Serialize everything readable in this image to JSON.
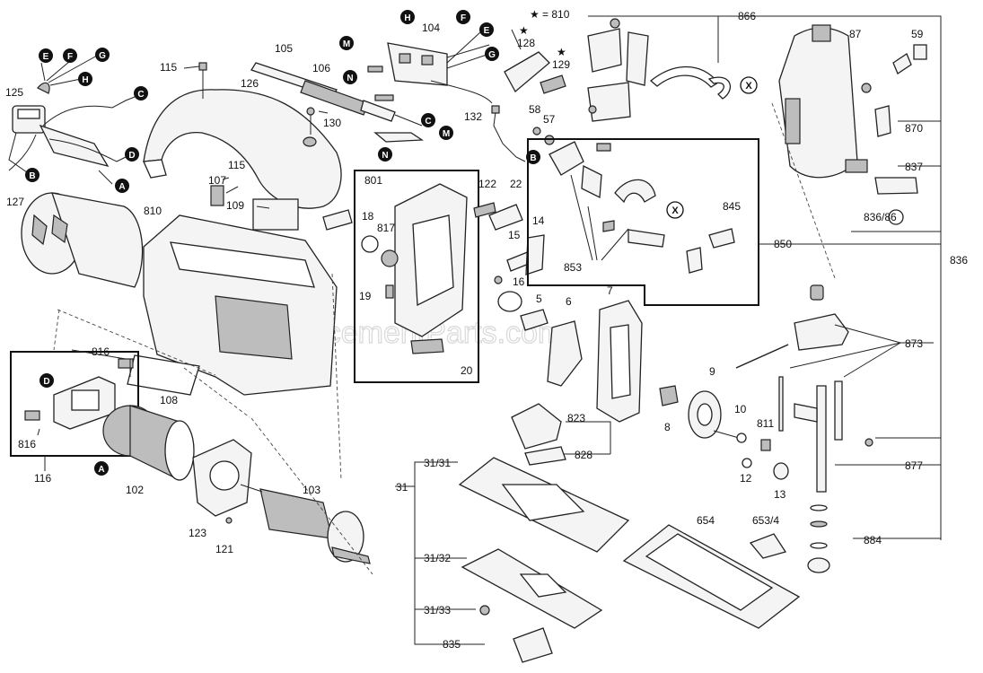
{
  "watermark": "eReplacementParts.com",
  "legend": {
    "star": "★",
    "text": "= 810"
  },
  "callouts": {
    "E1": "E",
    "F1": "F",
    "G1": "G",
    "H1": "H",
    "B1": "B",
    "C1": "C",
    "D1": "D",
    "A1": "A",
    "H2": "H",
    "F2": "F",
    "E2": "E",
    "G2": "G",
    "M1": "M",
    "N1": "N",
    "C2": "C",
    "M2": "M",
    "N2": "N",
    "B2": "B",
    "X1": "X",
    "X2": "X",
    "D2": "D",
    "A2": "A"
  },
  "labels": {
    "p125": "125",
    "p115a": "115",
    "p126": "126",
    "p105": "105",
    "p106": "106",
    "p130": "130",
    "p104": "104",
    "p128": "128",
    "p129": "129",
    "p132": "132",
    "p866": "866",
    "p87": "87",
    "p59": "59",
    "p870": "870",
    "p837": "837",
    "p836_86": "836/86",
    "p836": "836",
    "p850": "850",
    "p845": "845",
    "p853": "853",
    "p58": "58",
    "p57": "57",
    "p127": "127",
    "p810": "810",
    "p107": "107",
    "p115b": "115",
    "p109": "109",
    "p801": "801",
    "p18": "18",
    "p817": "817",
    "p122": "122",
    "p22": "22",
    "p15": "15",
    "p14": "14",
    "p16": "16",
    "p5": "5",
    "p19": "19",
    "p20": "20",
    "p6": "6",
    "p7": "7",
    "p9": "9",
    "p8": "8",
    "p10": "10",
    "p811": "811",
    "p12": "12",
    "p13": "13",
    "p873": "873",
    "p877": "877",
    "p884": "884",
    "p816a": "816",
    "p816b": "816",
    "p116": "116",
    "p108": "108",
    "p102": "102",
    "p103": "103",
    "p123": "123",
    "p121": "121",
    "p823": "823",
    "p828": "828",
    "p31_31": "31/31",
    "p31": "31",
    "p31_32": "31/32",
    "p31_33": "31/33",
    "p835": "835",
    "p654": "654",
    "p653_4": "653/4"
  }
}
